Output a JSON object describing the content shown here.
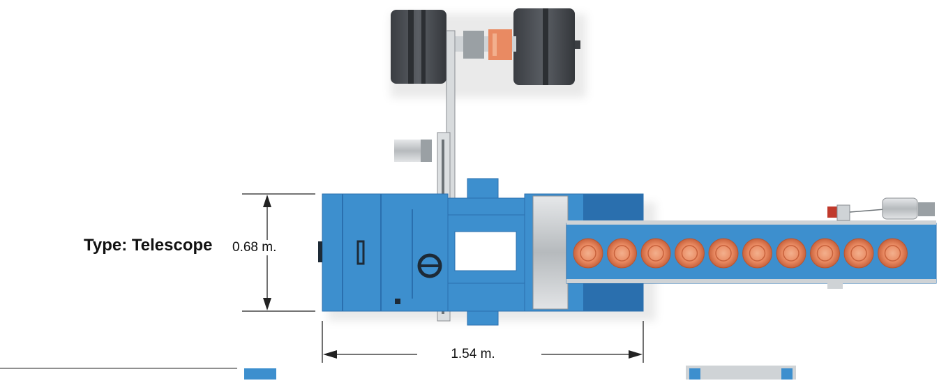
{
  "type_label": "Type: Telescope",
  "dimensions": {
    "height": "0.68 m.",
    "width": "1.54 m."
  },
  "colors": {
    "frame_blue": "#3d8fce",
    "frame_blue_dark": "#2a6fae",
    "roller_orange": "#e98a62",
    "drum_dark": "#4c4f55",
    "steel_grey": "#cfd3d6"
  },
  "roller_count": 10
}
